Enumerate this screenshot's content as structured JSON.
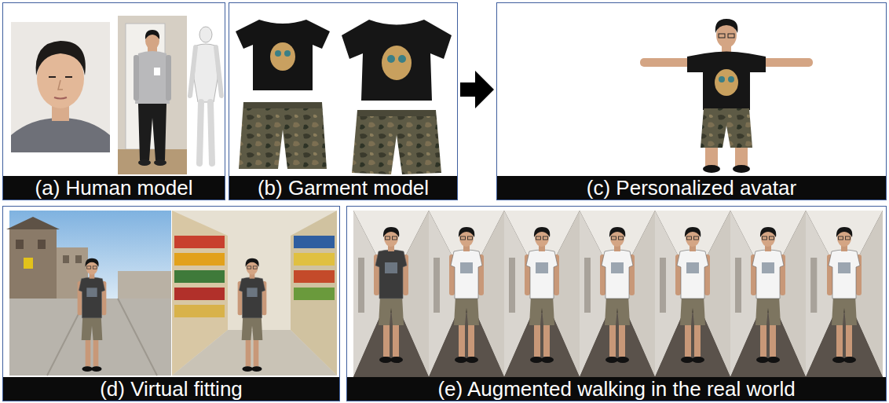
{
  "diagram": {
    "nodes": [
      {
        "text": [
          "(a) Human model"
        ]
      },
      {
        "text": [
          "(b) Garment model"
        ]
      },
      {
        "text": [
          "(c) Personalized avatar"
        ]
      },
      {
        "text": [
          "(d) Virtual fitting"
        ]
      },
      {
        "text": [
          "(e) Augmented walking in the real world"
        ]
      }
    ],
    "edges": [
      {
        "from": 1,
        "to": 2,
        "arrow": "to"
      }
    ]
  }
}
